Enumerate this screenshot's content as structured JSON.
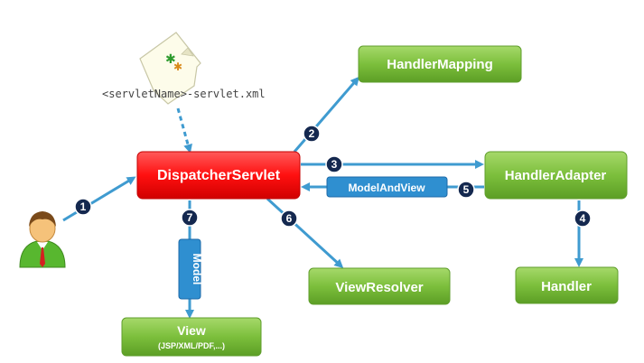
{
  "nodes": {
    "handler_mapping": "HandlerMapping",
    "dispatcher_servlet": "DispatcherServlet",
    "handler_adapter": "HandlerAdapter",
    "handler": "Handler",
    "view_resolver": "ViewResolver",
    "view": "View",
    "view_sub": "(JSP/XML/PDF,...)"
  },
  "config_file": "<servletName>-servlet.xml",
  "tags": {
    "model_and_view": "ModelAndView",
    "model": "Model"
  },
  "steps": [
    "1",
    "2",
    "3",
    "4",
    "5",
    "6",
    "7"
  ],
  "colors": {
    "green": "#7cbf3c",
    "red": "#ff1010",
    "arrow": "#3f9bd0",
    "step_circle": "#14284f"
  }
}
